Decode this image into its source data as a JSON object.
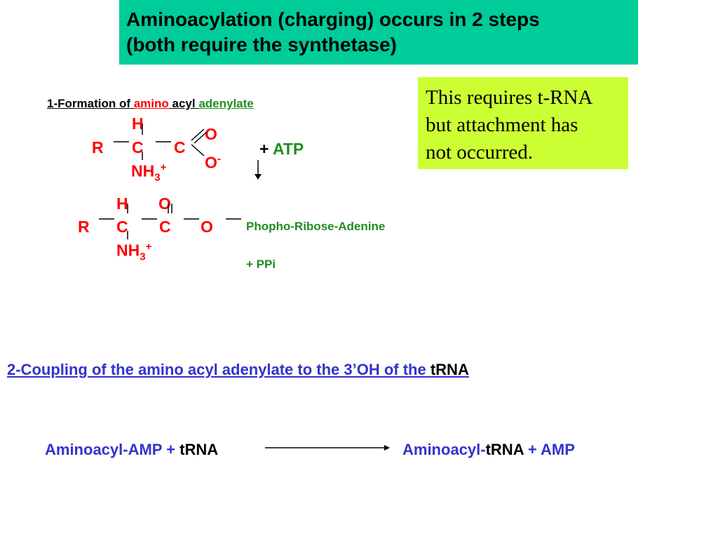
{
  "title": {
    "line1": "Aminoacylation (charging) occurs in 2 steps",
    "line2": "(both require the synthetase)"
  },
  "note": {
    "line1": "This requires t-RNA",
    "line2": "but attachment has",
    "line3": "not occurred."
  },
  "step1": {
    "prefix": "1-Formation of ",
    "amino": "amino",
    "acyl": " acyl ",
    "adenylate": "adenylate"
  },
  "amino_acid": {
    "h": "H",
    "r": "R",
    "c1": "C",
    "c2": "C",
    "o_double": "O",
    "o_minus": "O",
    "charge_minus": "-",
    "nh": "NH",
    "nh_sub": "3",
    "nh_sup": "+"
  },
  "atp": {
    "plus": "+ ",
    "label": "ATP"
  },
  "adenylate": {
    "h": "H",
    "o_top": "O",
    "r": "R",
    "c1": "C",
    "c2": "C",
    "o": "O",
    "nh": "NH",
    "nh_sub": "3",
    "nh_sup": "+",
    "tail": "Phopho-Ribose-Adenine",
    "ppi": "+ PPi"
  },
  "step2": {
    "text": "2-Coupling of the amino acyl adenylate to the 3’OH of the ",
    "trna": "tRNA"
  },
  "reaction": {
    "left_a": "Aminoacyl-AMP + ",
    "left_b": "tRNA",
    "right_a": "Aminoacyl-",
    "right_b": "tRNA",
    "right_c": " + AMP"
  }
}
